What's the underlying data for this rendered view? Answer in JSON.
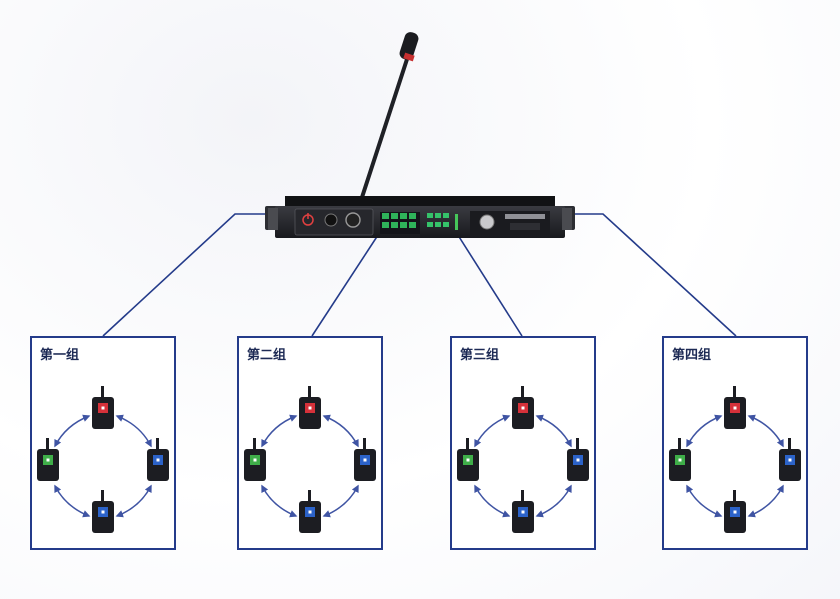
{
  "groups": [
    {
      "title": "第一组",
      "radios": [
        {
          "color": "#d6313a"
        },
        {
          "color": "#3fae49"
        },
        {
          "color": "#2c63c9"
        },
        {
          "color": "#2c63c9"
        }
      ]
    },
    {
      "title": "第二组",
      "radios": [
        {
          "color": "#d6313a"
        },
        {
          "color": "#3fae49"
        },
        {
          "color": "#2c63c9"
        },
        {
          "color": "#2c63c9"
        }
      ]
    },
    {
      "title": "第三组",
      "radios": [
        {
          "color": "#d6313a"
        },
        {
          "color": "#3fae49"
        },
        {
          "color": "#2c63c9"
        },
        {
          "color": "#2c63c9"
        }
      ]
    },
    {
      "title": "第四组",
      "radios": [
        {
          "color": "#d6313a"
        },
        {
          "color": "#3fae49"
        },
        {
          "color": "#2c63c9"
        },
        {
          "color": "#2c63c9"
        }
      ]
    }
  ],
  "colors": {
    "line": "#243b8a",
    "arrow": "#3f54a3",
    "device": "#1c1d22"
  },
  "icons": [
    "microphone-icon",
    "power-icon",
    "walkie-talkie-icon"
  ]
}
